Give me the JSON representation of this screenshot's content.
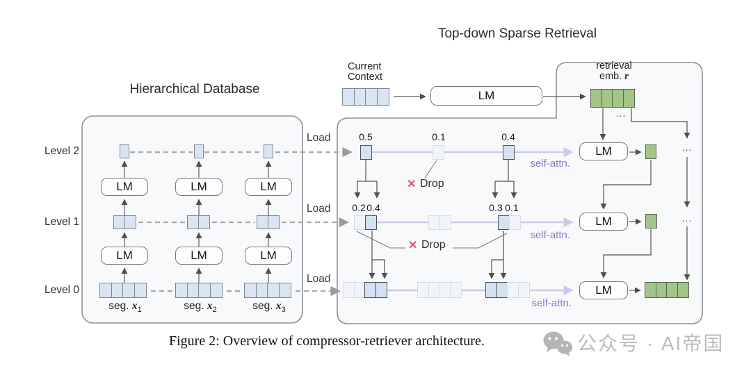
{
  "figure": {
    "left_panel": {
      "title": "Hierarchical Database",
      "level_labels": [
        "Level 2",
        "Level 1",
        "Level 0"
      ],
      "lm": "LM",
      "seg_labels": [
        {
          "prefix": "seg. ",
          "var": "x",
          "sub": "1"
        },
        {
          "prefix": "seg. ",
          "var": "x",
          "sub": "2"
        },
        {
          "prefix": "seg. ",
          "var": "x",
          "sub": "3"
        }
      ]
    },
    "right_panel": {
      "title": "Top-down Sparse Retrieval",
      "current_context": {
        "line1": "Current",
        "line2": "Context"
      },
      "top_lm": "LM",
      "retrieval_emb": {
        "line1": "retrieval",
        "prefix": "emb. ",
        "var": "r"
      },
      "load_labels": [
        "Load",
        "Load",
        "Load"
      ],
      "self_attn_labels": [
        "self-attn.",
        "self-attn.",
        "self-attn."
      ],
      "lm_labels": [
        "LM",
        "LM",
        "LM"
      ],
      "level2": {
        "scores": [
          "0.5",
          "0.1",
          "0.4"
        ],
        "drop": {
          "x": "✕",
          "label": "Drop"
        }
      },
      "level1": {
        "scores_left": [
          "0.2",
          "0.4"
        ],
        "scores_right": [
          "0.3",
          "0.1"
        ],
        "drop": {
          "x": "✕",
          "label": "Drop"
        }
      },
      "ellipsis": {
        "under_emb": "...",
        "line_top": "...",
        "line_mid": "..."
      }
    },
    "cells": {
      "single_plain": [
        "p"
      ],
      "pair_plain": [
        "p",
        "p"
      ],
      "quad_plain": [
        "p",
        "p",
        "p",
        "p"
      ],
      "context": [
        "c",
        "c",
        "c",
        "c"
      ],
      "retrieval": [
        "g",
        "g",
        "g",
        "g"
      ],
      "loaded_single": [
        "b"
      ],
      "dropped_single": [
        "f"
      ],
      "l1_g1": [
        "f",
        "b"
      ],
      "l1_g2": [
        "f",
        "f"
      ],
      "l1_g3": [
        "b",
        "f"
      ],
      "l0_g1": [
        "f",
        "f",
        "b",
        "b"
      ],
      "l0_g2": [
        "f",
        "f",
        "f",
        "f"
      ],
      "l0_g3": [
        "b",
        "b",
        "f",
        "f"
      ],
      "out_single": [
        "g"
      ],
      "out_quad": [
        "g",
        "g",
        "g",
        "g"
      ]
    },
    "colors": {
      "token_blue": "#d9e5f3",
      "token_loaded_border": "#4c535c",
      "token_faded": "#f1f4f9",
      "token_green": "#a3c589",
      "self_attn_purple": "#8a7cd1",
      "line_purple": "#cfc8ec",
      "drop_red": "#e4506e",
      "panel_fill": "#f8f9fb"
    }
  },
  "caption": {
    "text": "Figure 2: Overview of compressor-retriever architecture."
  },
  "watermark": {
    "icon": "wechat-icon",
    "text": "公众号 · AI帝国"
  }
}
